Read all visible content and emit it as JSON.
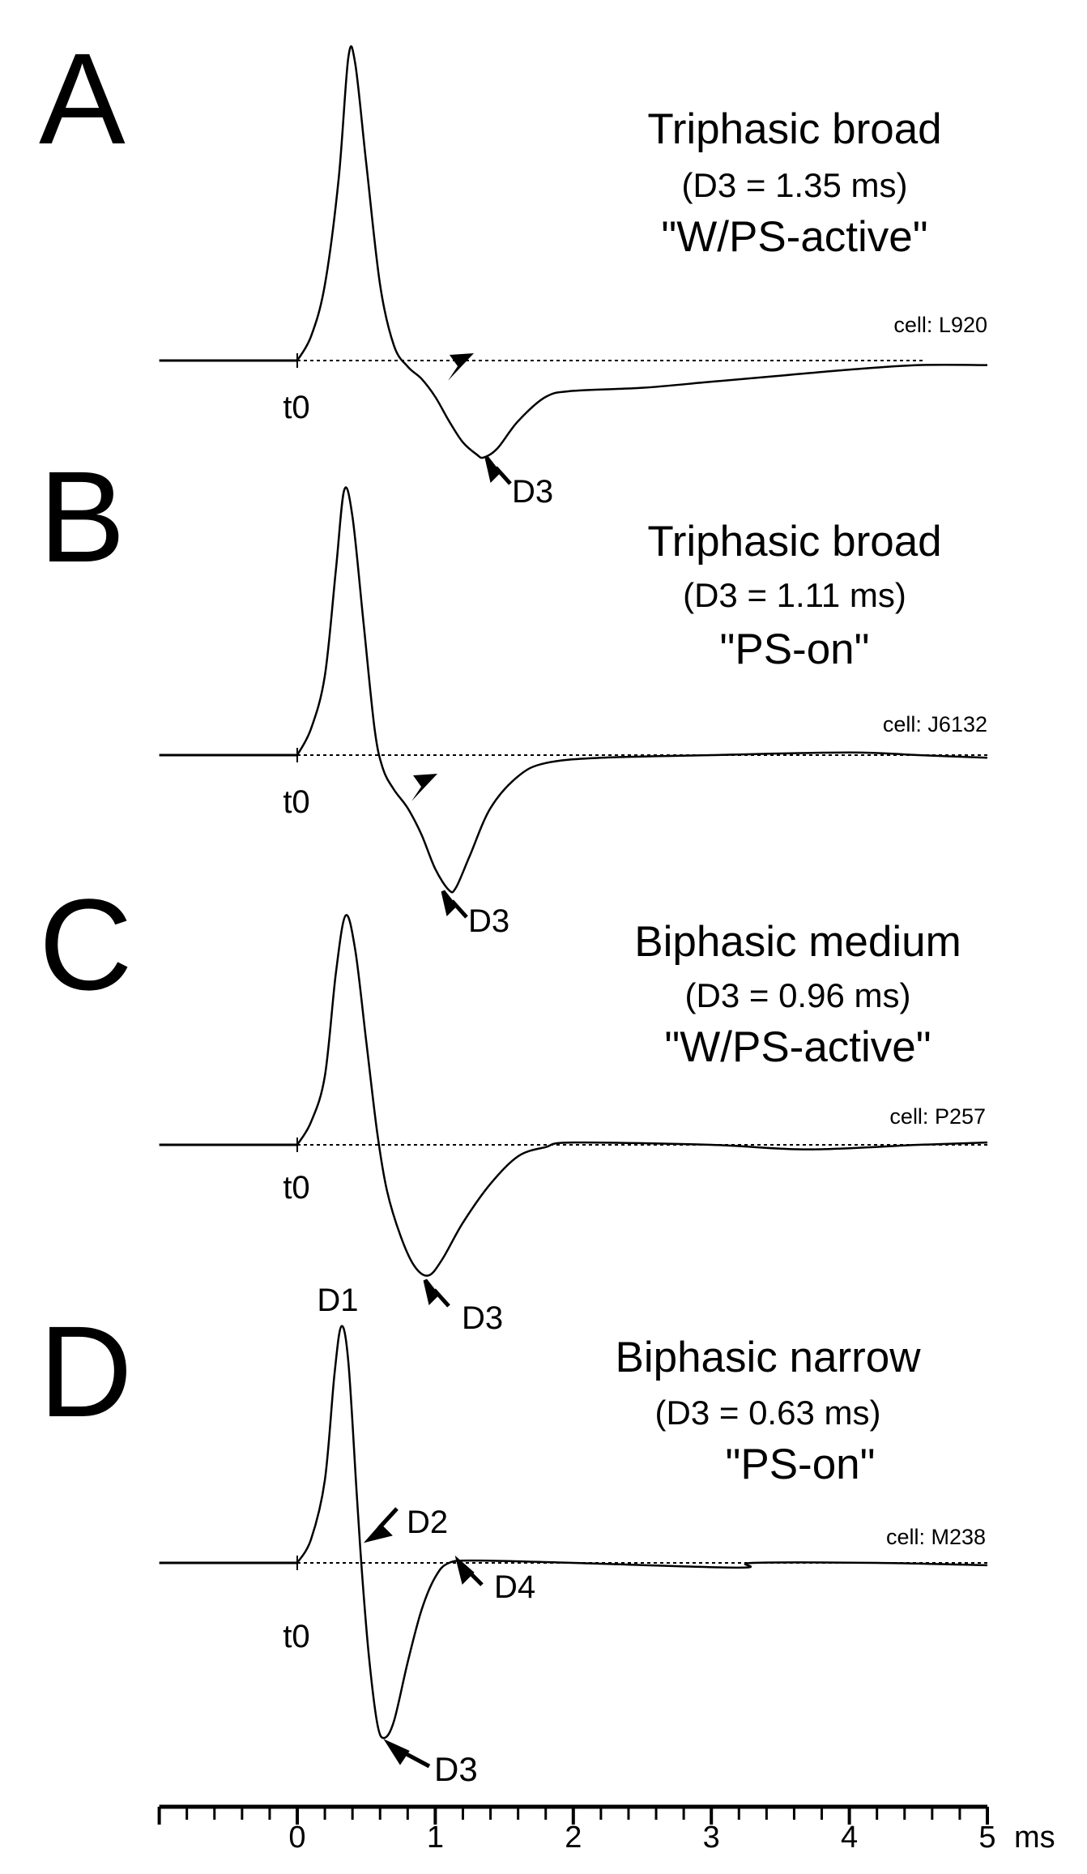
{
  "chart_data": [
    {
      "type": "line",
      "panel": "A",
      "title": "Triphasic broad",
      "subtitle": "(D3 = 1.35 ms)",
      "class_label": "\"W/PS-active\"",
      "cell": "cell: L920",
      "t0_label": "t0",
      "annotations": [
        "D3"
      ],
      "d3_ms": 1.35,
      "x": [
        0,
        0.1,
        0.2,
        0.3,
        0.37,
        0.42,
        0.5,
        0.6,
        0.7,
        0.8,
        0.9,
        1.0,
        1.1,
        1.2,
        1.3,
        1.35,
        1.45,
        1.6,
        1.8,
        2.0,
        2.5,
        3.0,
        3.5,
        4.0,
        4.5,
        5.0
      ],
      "y": [
        0,
        0.08,
        0.25,
        0.6,
        1.0,
        0.98,
        0.65,
        0.25,
        0.05,
        -0.02,
        -0.06,
        -0.12,
        -0.2,
        -0.27,
        -0.31,
        -0.32,
        -0.29,
        -0.2,
        -0.12,
        -0.1,
        -0.09,
        -0.07,
        -0.05,
        -0.03,
        -0.015,
        -0.015
      ]
    },
    {
      "type": "line",
      "panel": "B",
      "title": "Triphasic broad",
      "subtitle": "(D3 = 1.11 ms)",
      "class_label": "\"PS-on\"",
      "cell": "cell: J6132",
      "t0_label": "t0",
      "annotations": [
        "D3"
      ],
      "d3_ms": 1.11,
      "x": [
        0,
        0.1,
        0.2,
        0.28,
        0.34,
        0.4,
        0.48,
        0.56,
        0.62,
        0.7,
        0.8,
        0.9,
        1.0,
        1.1,
        1.15,
        1.25,
        1.4,
        1.6,
        1.8,
        2.2,
        3.0,
        4.0,
        4.5,
        5.0
      ],
      "y": [
        0,
        0.1,
        0.3,
        0.7,
        1.0,
        0.9,
        0.5,
        0.1,
        -0.05,
        -0.13,
        -0.2,
        -0.3,
        -0.43,
        -0.51,
        -0.5,
        -0.38,
        -0.2,
        -0.08,
        -0.03,
        -0.01,
        0,
        0.01,
        0,
        -0.01
      ]
    },
    {
      "type": "line",
      "panel": "C",
      "title": "Biphasic medium",
      "subtitle": "(D3 = 0.96 ms)",
      "class_label": "\"W/PS-active\"",
      "cell": "cell: P257",
      "t0_label": "t0",
      "annotations": [
        "D3"
      ],
      "d3_ms": 0.96,
      "x": [
        0,
        0.1,
        0.2,
        0.28,
        0.35,
        0.42,
        0.5,
        0.58,
        0.65,
        0.75,
        0.85,
        0.95,
        1.05,
        1.2,
        1.4,
        1.6,
        1.8,
        2.0,
        3.0,
        3.7,
        4.5,
        5.0
      ],
      "y": [
        0,
        0.1,
        0.3,
        0.75,
        1.0,
        0.85,
        0.45,
        0.05,
        -0.2,
        -0.4,
        -0.53,
        -0.57,
        -0.5,
        -0.34,
        -0.17,
        -0.05,
        -0.01,
        0.01,
        0,
        -0.02,
        0,
        0.01
      ]
    },
    {
      "type": "line",
      "panel": "D",
      "title": "Biphasic narrow",
      "subtitle": "(D3 = 0.63 ms)",
      "class_label": "\"PS-on\"",
      "cell": "cell: M238",
      "t0_label": "t0",
      "annotations": [
        "D1",
        "D2",
        "D3",
        "D4"
      ],
      "d3_ms": 0.63,
      "x": [
        0,
        0.1,
        0.2,
        0.27,
        0.32,
        0.37,
        0.43,
        0.47,
        0.52,
        0.58,
        0.63,
        0.7,
        0.8,
        0.9,
        1.0,
        1.1,
        1.3,
        2.0,
        3.2,
        3.3,
        4.2,
        5.0
      ],
      "y": [
        0,
        0.1,
        0.35,
        0.8,
        1.0,
        0.85,
        0.3,
        -0.05,
        -0.4,
        -0.68,
        -0.74,
        -0.67,
        -0.42,
        -0.2,
        -0.06,
        0,
        0.01,
        0,
        -0.02,
        0,
        0,
        -0.01
      ]
    }
  ],
  "axis": {
    "xlim": [
      -1,
      5
    ],
    "minor_tick_step": 0.2,
    "tick_labels": [
      "0",
      "1",
      "2",
      "3",
      "4",
      "5"
    ],
    "unit": "ms"
  }
}
